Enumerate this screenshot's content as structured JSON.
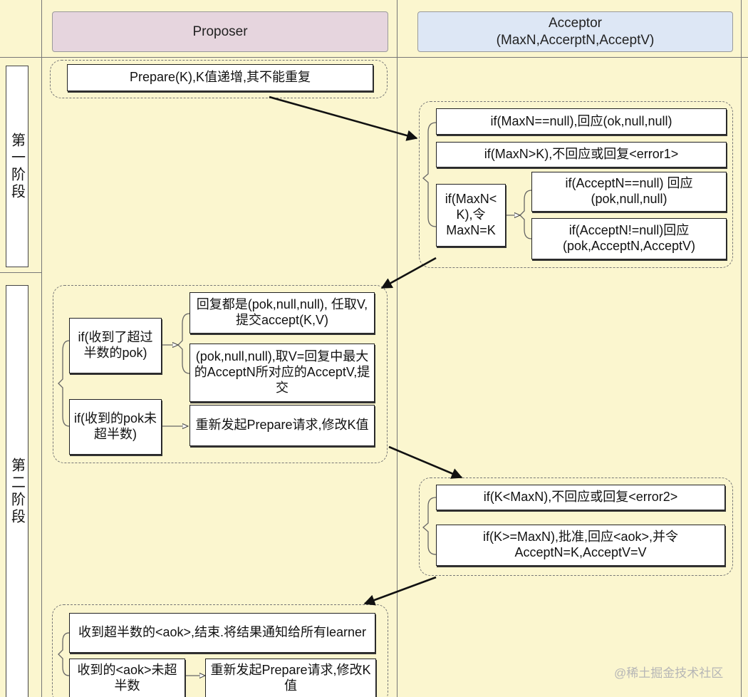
{
  "headers": {
    "proposer": "Proposer",
    "acceptor_line1": "Acceptor",
    "acceptor_line2": "(MaxN,AccerptN,AcceptV)"
  },
  "phases": {
    "phase1": "第一阶段",
    "phase2": "第二阶段"
  },
  "phase1": {
    "prepare": "Prepare(K),K值递增,其不能重复",
    "maxn_null": "if(MaxN==null),回应(ok,null,null)",
    "maxn_gt_k": "if(MaxN>K),不回应或回复<error1>",
    "maxn_lt_k": "if(MaxN< K),令 MaxN=K",
    "acceptn_null": "if(AcceptN==null) 回应(pok,null,null)",
    "acceptn_not_null": "if(AcceptN!=null)回应 (pok,AcceptN,AcceptV)"
  },
  "phase2": {
    "received_majority": "if(收到了超过半数的pok)",
    "all_null": "回复都是(pok,null,null), 任取V,提交accept(K,V)",
    "not_all_null": "(pok,null,null),取V=回复中最大的AcceptN所对应的AcceptV,提交",
    "not_majority": "if(收到的pok未超半数)",
    "restart": "重新发起Prepare请求,修改K值",
    "k_lt_maxn": "if(K<MaxN),不回应或回复<error2>",
    "k_ge_maxn": "if(K>=MaxN),批准,回应<aok>,并令AcceptN=K,AcceptV=V"
  },
  "final": {
    "aok_majority": "收到超半数的<aok>,结束.将结果通知给所有learner",
    "aok_not_majority": "收到的<aok>未超半数",
    "restart": "重新发起Prepare请求,修改K值"
  },
  "watermark": "@稀土掘金技术社区",
  "colors": {
    "background": "#fbf6cf",
    "proposer_header": "#e6d5de",
    "acceptor_header": "#dde7f5"
  }
}
